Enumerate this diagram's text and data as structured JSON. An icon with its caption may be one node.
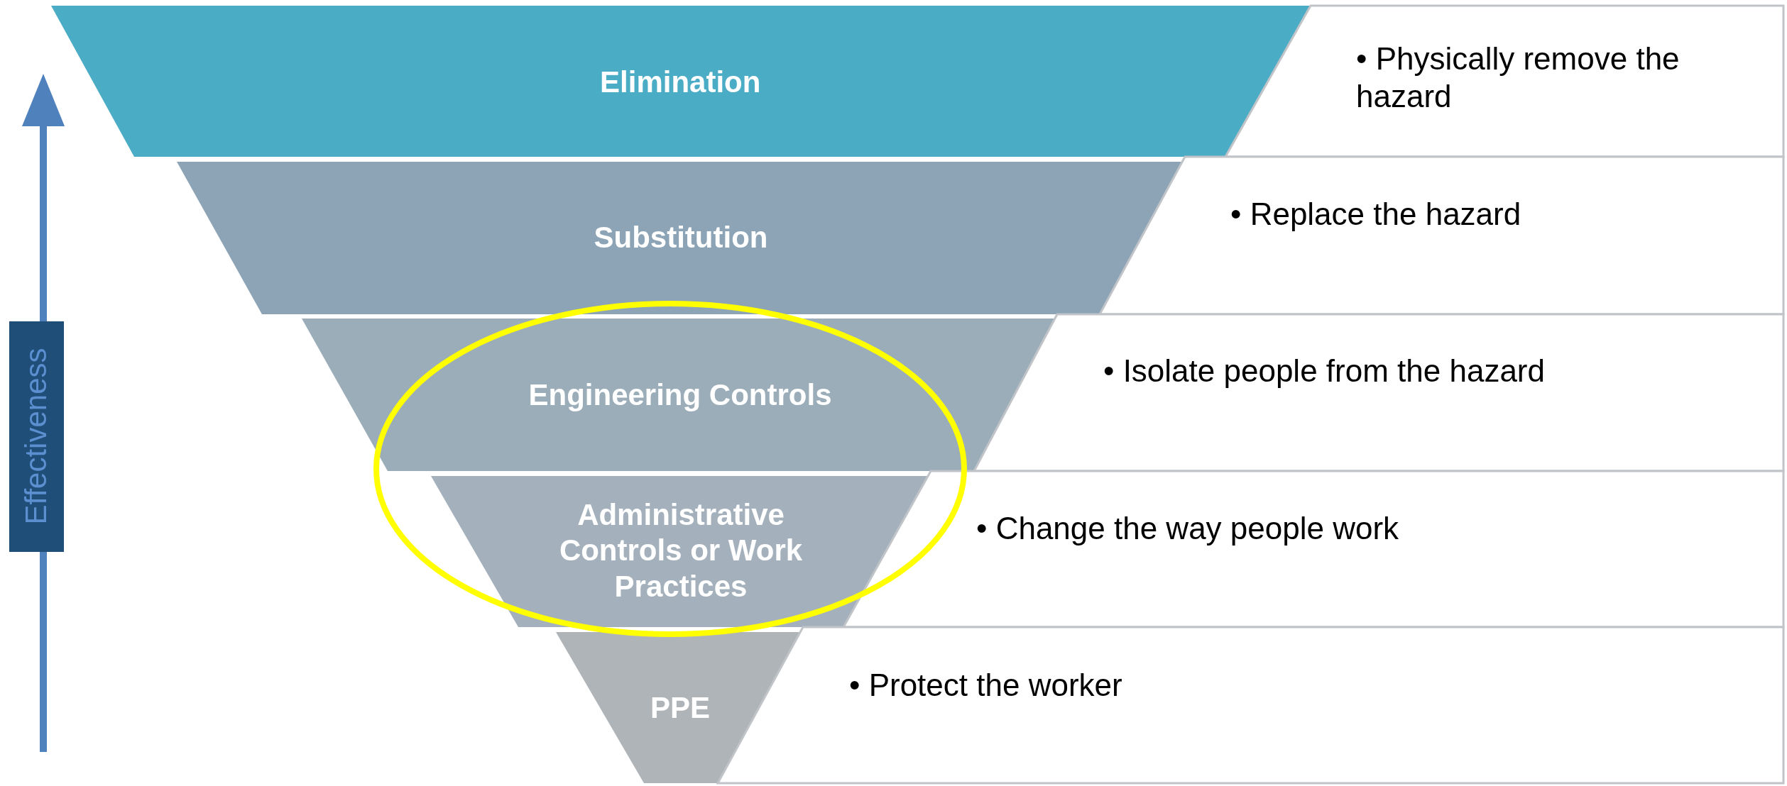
{
  "diagram": {
    "nodes": [
      {
        "text": [
          "Elimination"
        ]
      },
      {
        "text": [
          "Substitution"
        ]
      },
      {
        "text": [
          "Engineering Controls"
        ]
      },
      {
        "text": [
          "Administrative Controls or Work Practices"
        ]
      },
      {
        "text": [
          "PPE"
        ]
      },
      {
        "text": [
          "• Physically remove the hazard"
        ]
      },
      {
        "text": [
          "• Replace the hazard"
        ]
      },
      {
        "text": [
          "• Isolate people from the hazard"
        ]
      },
      {
        "text": [
          "• Change the way people work"
        ]
      },
      {
        "text": [
          "• Protect the worker"
        ]
      },
      {
        "text": [
          "Effectiveness"
        ]
      }
    ]
  }
}
